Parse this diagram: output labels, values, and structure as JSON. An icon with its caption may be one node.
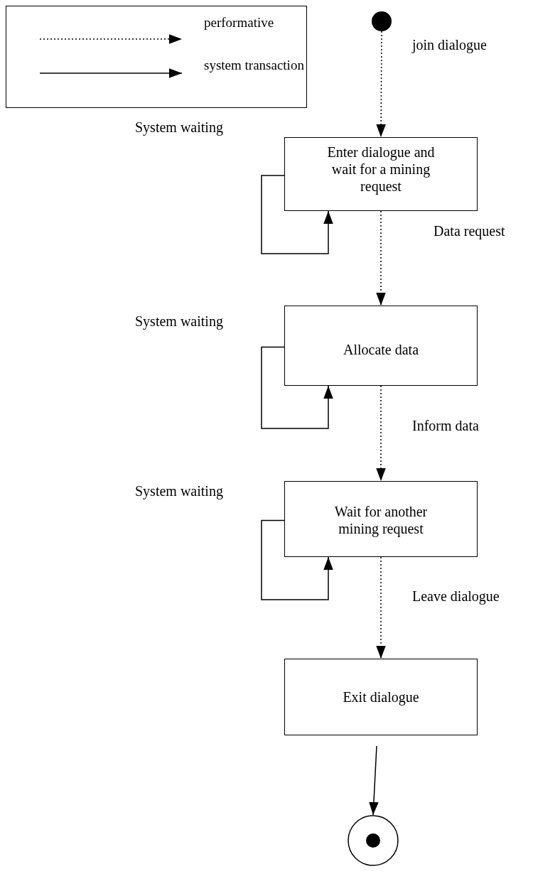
{
  "diagram": {
    "nodes": [
      {
        "text": [],
        "shape": "circle"
      },
      {
        "text": [
          "Enter dialogue and wait for a mining request"
        ]
      },
      {
        "text": [
          "Allocate data"
        ]
      },
      {
        "text": [
          "Wait for another mining request"
        ]
      },
      {
        "text": [
          "Exit dialogue"
        ]
      },
      {
        "text": [],
        "shape": "circle"
      }
    ],
    "edges": [
      {
        "from": 0,
        "to": 1,
        "arrow": "to",
        "label": "join dialogue",
        "style": "dashed"
      },
      {
        "from": 1,
        "to": 1,
        "arrow": "to"
      },
      {
        "from": 1,
        "to": 2,
        "arrow": "to",
        "label": "Data request",
        "style": "dashed"
      },
      {
        "from": 2,
        "to": 2,
        "arrow": "to"
      },
      {
        "from": 2,
        "to": 3,
        "arrow": "to",
        "label": "Inform data",
        "style": "dashed"
      },
      {
        "from": 3,
        "to": 3,
        "arrow": "to"
      },
      {
        "from": 3,
        "to": 4,
        "arrow": "to",
        "label": "Leave dialogue",
        "style": "dashed"
      },
      {
        "from": 4,
        "to": 5,
        "arrow": "to"
      }
    ],
    "labels": [
      "System waiting",
      "System waiting",
      "System waiting"
    ],
    "legend": [
      {
        "text": "performative"
      },
      {
        "text": "system transaction"
      }
    ]
  }
}
